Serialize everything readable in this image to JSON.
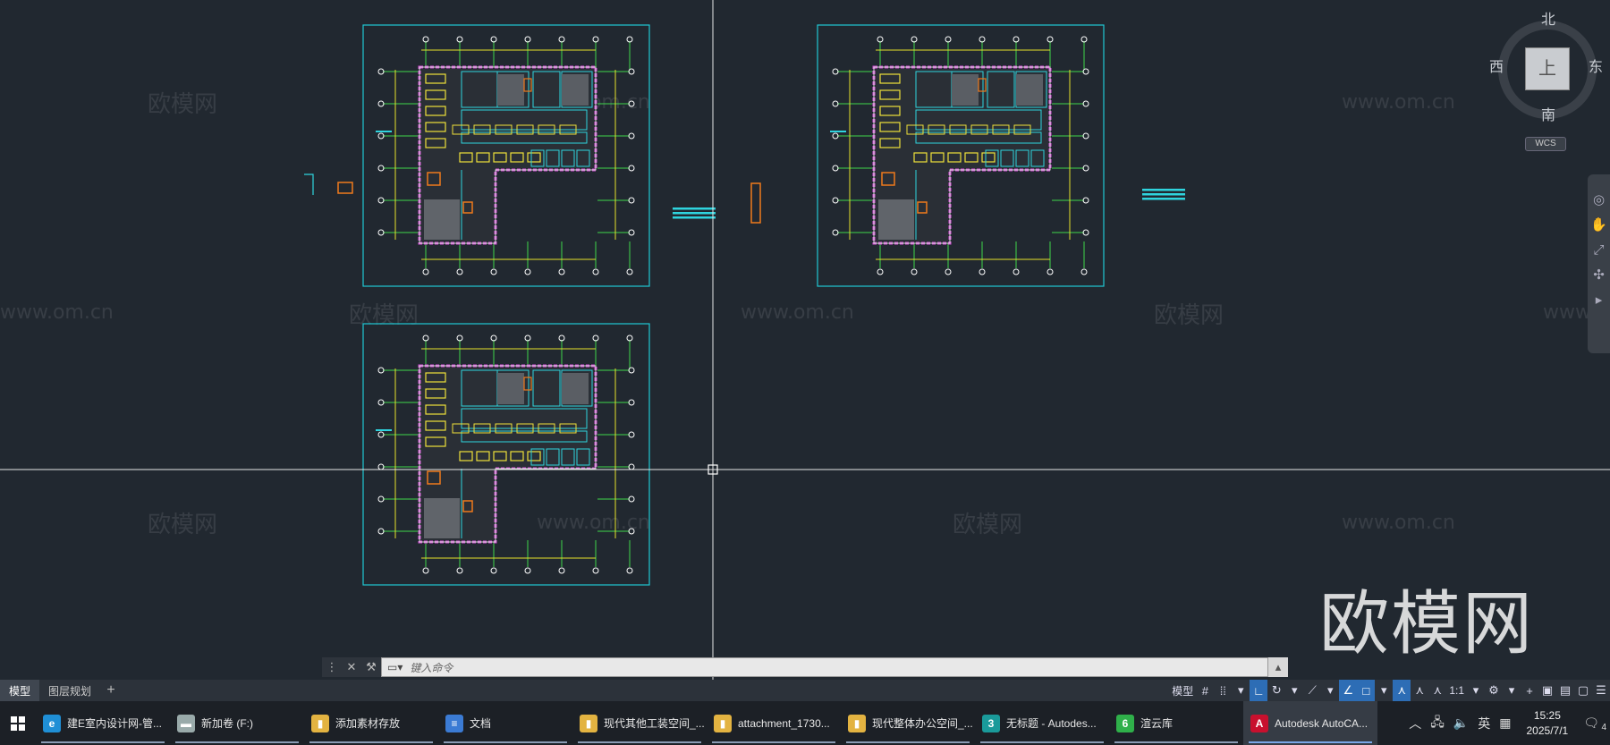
{
  "watermarks": {
    "brand": "欧模网",
    "url": "www.om.cn"
  },
  "viewcube": {
    "north": "北",
    "south": "南",
    "east": "东",
    "west": "西",
    "face": "上",
    "wcs": "WCS"
  },
  "command_line": {
    "placeholder": "键入命令"
  },
  "layout_tabs": {
    "model": "模型",
    "layout1": "图层规划",
    "add": "+"
  },
  "status_bar": {
    "model_label": "模型",
    "scale": "1:1"
  },
  "taskbar": {
    "items": [
      {
        "label": "建E室内设计网-管...",
        "icon": "edge-icon",
        "color": "#1f8fd6"
      },
      {
        "label": "新加卷 (F:)",
        "icon": "drive-icon",
        "color": "#9aa"
      },
      {
        "label": "添加素材存放",
        "icon": "folder-icon",
        "color": "#e3b341"
      },
      {
        "label": "文档",
        "icon": "doc-icon",
        "color": "#3b7bd4"
      },
      {
        "label": "现代其他工装空间_...",
        "icon": "folder-icon",
        "color": "#e3b341"
      },
      {
        "label": "attachment_1730...",
        "icon": "folder-icon",
        "color": "#e3b341"
      },
      {
        "label": "现代整体办公空间_...",
        "icon": "folder-icon",
        "color": "#e3b341"
      },
      {
        "label": "无标题 - Autodes...",
        "icon": "3dsmax-icon",
        "color": "#1a9a9a"
      },
      {
        "label": "渲云库",
        "icon": "render-icon",
        "color": "#2fb04a"
      },
      {
        "label": "Autodesk AutoCA...",
        "icon": "autocad-icon",
        "color": "#c8102e"
      }
    ],
    "tray": {
      "ime": "英",
      "time": "15:25",
      "date": "2025/7/1",
      "notifications": "4"
    }
  }
}
